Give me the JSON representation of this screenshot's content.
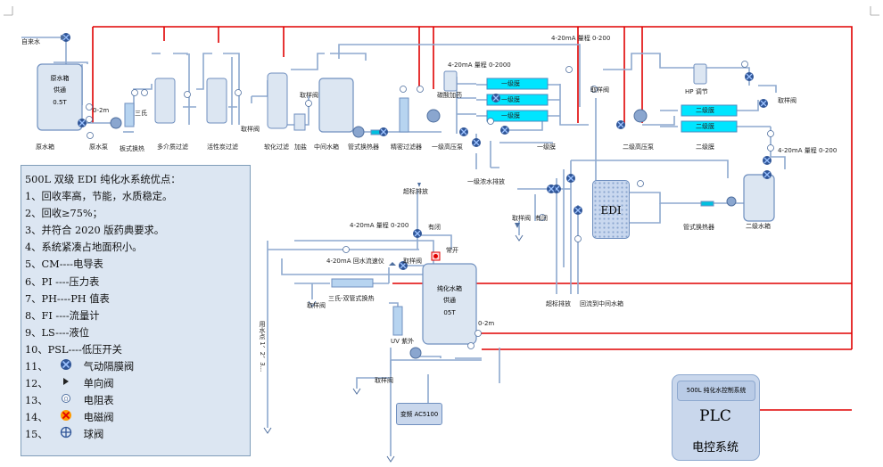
{
  "labels": {
    "feed_water": "自来水",
    "raw_tank_title": "原水箱",
    "raw_tank_sub": "供通",
    "raw_tank_cap": "0.5T",
    "raw_tank_level": "0-2m",
    "raw_tank": "原水箱",
    "raw_pump": "原水泵",
    "plate_hx_1": "板式换热",
    "scale_inh": "三氏",
    "multi_media": "多介质过滤",
    "carbon": "活性炭过滤",
    "softener": "软化过滤",
    "salt": "加盐",
    "sample_valve_1": "取样阀",
    "sample_valve_2": "取样阀",
    "mid_tank": "中间水箱",
    "tube_hx": "管式换热器",
    "precision": "精密过滤器",
    "hp_pump_1": "一级高压泵",
    "alkali": "碳酸加药",
    "level_sw_1": "4-20mA 量程 0-2000",
    "ro1_a": "一级膜",
    "ro1_b": "一级膜",
    "ro1_c": "一级膜",
    "ro1": "一级膜",
    "conc_drain": "一级浓水排放",
    "flow_top": "4-20mA 量程 0-200",
    "sample_valve_3": "取样阀",
    "hp_adjust": "HP 调节",
    "ro2_a": "二级膜",
    "ro2_b": "二级膜",
    "ro2": "二级膜",
    "hp_pump_2": "二级高压泵",
    "sample_valve_4": "取样阀",
    "level_2": "4-20mA 量程 0-200",
    "ro2_tank": "二级水箱",
    "tube_hx_2": "管式换热器",
    "edi": "EDI",
    "sample_valve_5": "取样阀",
    "drain_open": "有闭",
    "edi_drain": "超标排放",
    "return_mid": "回流到中间水箱",
    "over_drain": "超标排放",
    "flow_mid": "4-20mA 量程 0-200",
    "close": "有闭",
    "open": "常开",
    "return_flow": "4-20mA 回水流速仪",
    "sample_valve_6": "取样阀",
    "sample_valve_7": "取样阀",
    "scale_hx": "三氏-双管式换热",
    "pure_tank_title": "纯化水箱",
    "pure_tank_sub": "供通",
    "pure_tank_cap": "05T",
    "pure_tank_level": "0-2m",
    "use_points": "用水点 1、2、3...",
    "uv": "UV 紫外",
    "sample_valve_8": "取样阀",
    "ac_pump": "变频 AC5100"
  },
  "legend": {
    "title": "500L 双级 EDI 纯化水系统优点：",
    "items": [
      {
        "text": "1、回收率高，节能，水质稳定。",
        "icon": ""
      },
      {
        "text": "2、回收≥75%；",
        "icon": ""
      },
      {
        "text": "3、并符合 2020 版药典要求。",
        "icon": ""
      },
      {
        "text": "4、系统紧凑占地面积小。",
        "icon": ""
      },
      {
        "text": "5、CM----电导表",
        "icon": ""
      },
      {
        "text": "6、PI    ----压力表",
        "icon": ""
      },
      {
        "text": "7、PH----PH 值表",
        "icon": ""
      },
      {
        "text": "8、FI ----流量计",
        "icon": ""
      },
      {
        "text": "9、LS----液位",
        "icon": ""
      },
      {
        "text": "10、PSL----低压开关",
        "icon": ""
      },
      {
        "text": "11、",
        "icon": "diaphragm-valve-icon",
        "after": "气动隔膜阀"
      },
      {
        "text": "12、",
        "icon": "check-valve-icon",
        "after": "单向阀"
      },
      {
        "text": "13、",
        "icon": "resistivity-meter-icon",
        "after": "电阻表"
      },
      {
        "text": "14、",
        "icon": "solenoid-valve-icon",
        "after": "电磁阀"
      },
      {
        "text": "15、",
        "icon": "ball-valve-icon",
        "after": "球阀"
      }
    ]
  },
  "plc": {
    "title": "500L 纯化水控制系统",
    "name": "PLC",
    "system": "电控系统"
  },
  "colors": {
    "pipe": "#8ea9cf",
    "signal": "#e00000",
    "valve": "#2f5597",
    "equipment": "#c9d8ef"
  }
}
